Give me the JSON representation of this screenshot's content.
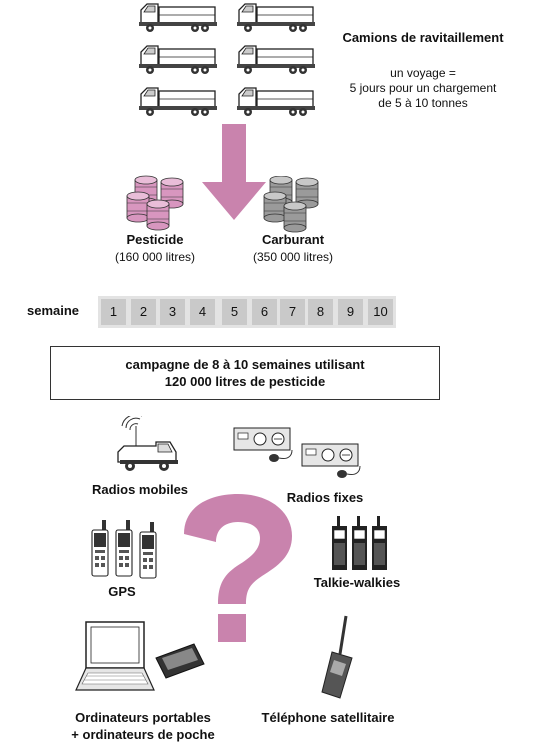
{
  "trucks": {
    "title": "Camions de ravitaillement",
    "note_line1": "un voyage =",
    "note_line2": "5 jours pour un chargement",
    "note_line3": "de 5 à 10 tonnes"
  },
  "stores": {
    "pesticide_label": "Pesticide",
    "pesticide_volume": "(160 000 litres)",
    "fuel_label": "Carburant",
    "fuel_volume": "(350 000 litres)",
    "pesticide_color": "#d896bf",
    "fuel_color": "#9a9a9a"
  },
  "schedule": {
    "label": "semaine",
    "weeks": [
      "1",
      "2",
      "3",
      "4",
      "5",
      "6",
      "7",
      "8",
      "9",
      "10"
    ]
  },
  "campaign": {
    "line1": "campagne de 8 à 10 semaines utilisant",
    "line2": "120 000 litres de pesticide"
  },
  "equipment": {
    "mobile_radios": "Radios mobiles",
    "fixed_radios": "Radios fixes",
    "gps": "GPS",
    "walkie_talkies": "Talkie-walkies",
    "laptops_line1": "Ordinateurs portables",
    "laptops_line2": "+ ordinateurs de poche",
    "sat_phone": "Téléphone satellitaire"
  },
  "accent_color": "#c983ad"
}
